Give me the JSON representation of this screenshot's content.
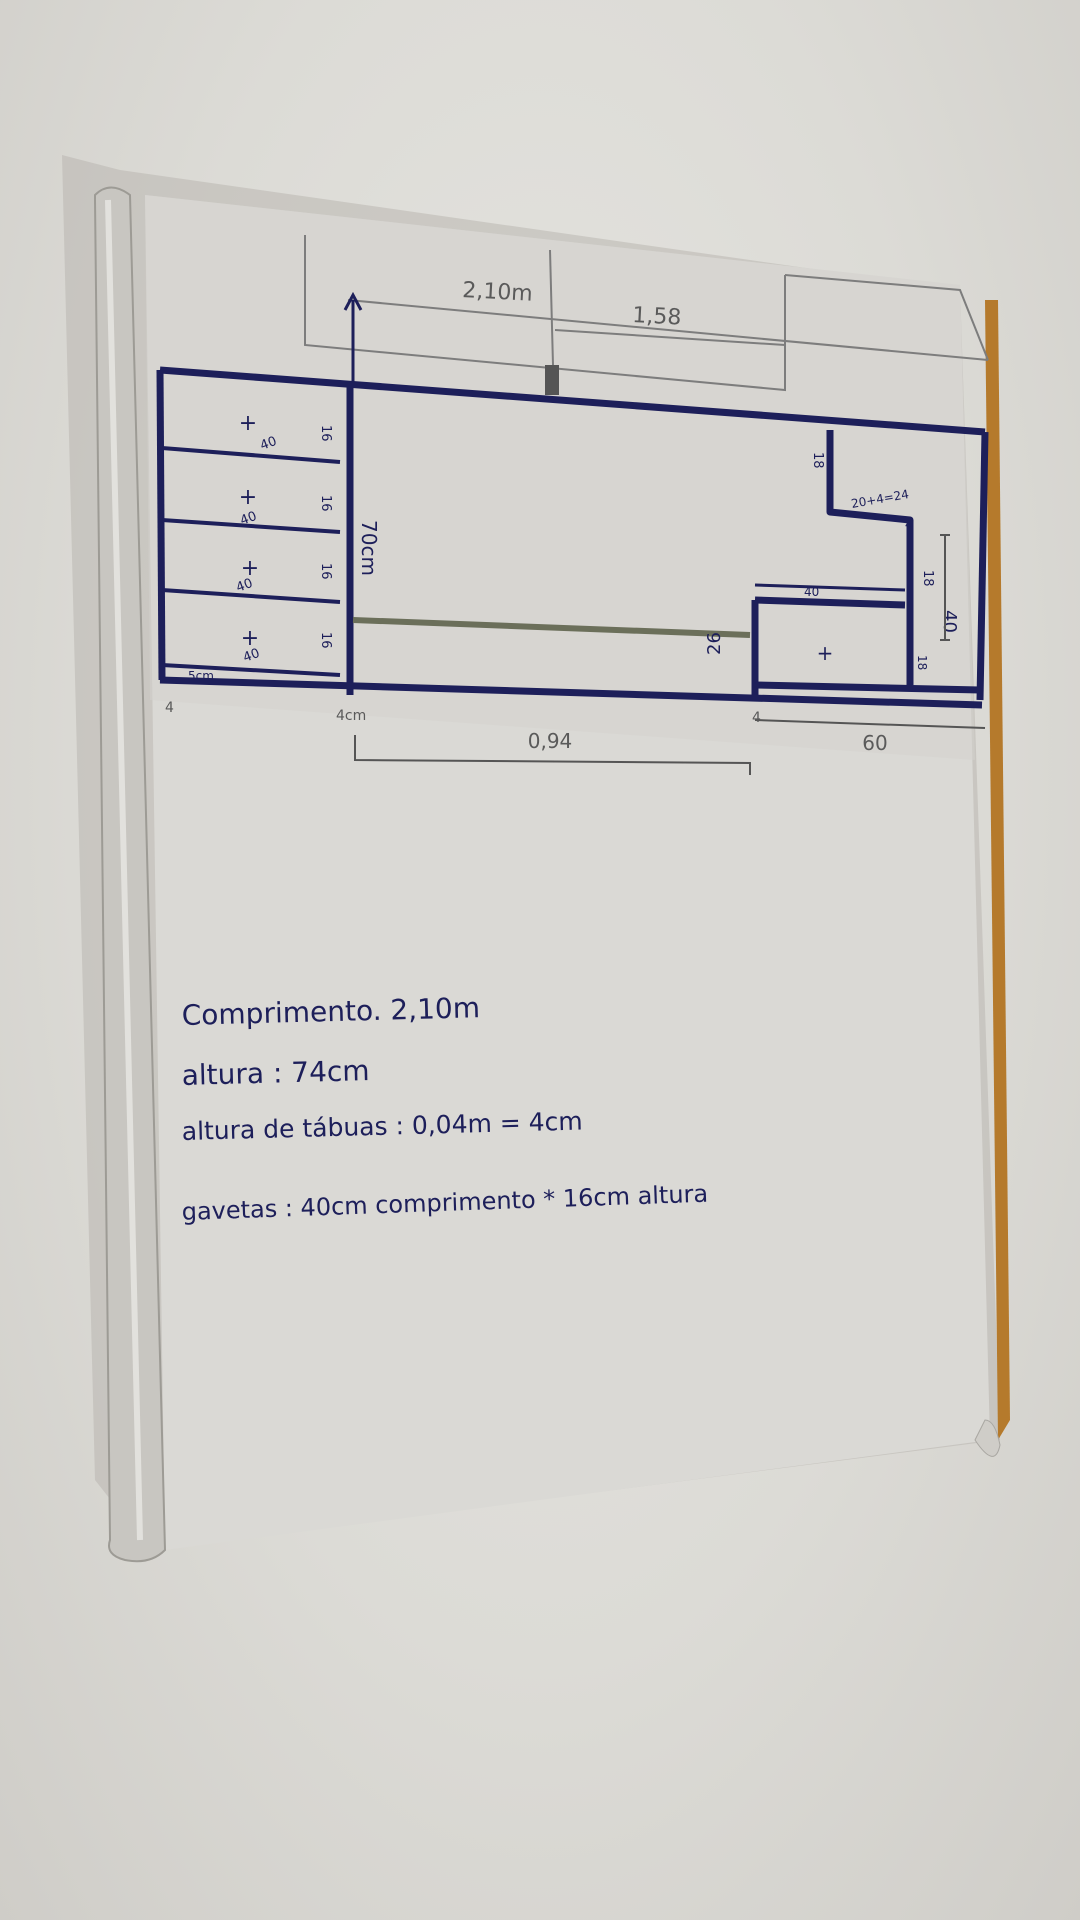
{
  "drawing": {
    "top_dimensions": {
      "total_length": "2,10m",
      "inner_length": "1,58"
    },
    "drawers": {
      "width_labels": [
        "40",
        "40",
        "40",
        "40"
      ],
      "height_labels": [
        "16",
        "16",
        "16",
        "16"
      ],
      "plus_marks": [
        "+",
        "+",
        "+",
        "+"
      ],
      "bottom_label": "5cm",
      "side_label_left": "4",
      "side_label_right": "4cm"
    },
    "main_height": "70cm",
    "bottom_dimensions": {
      "middle_span": "0,94",
      "right_span": "60",
      "right_post": "4"
    },
    "right_unit": {
      "top_drop": "18",
      "shelf_calc": "20+4=24",
      "small_shelf_width": "40",
      "shelf_height": "18",
      "side_height": "40",
      "inner_bottom": "18",
      "box_height": "26",
      "box_plus": "+",
      "corner_small": "4"
    }
  },
  "notes": [
    "Comprimento. 2,10m",
    "altura : 74cm",
    "altura de tábuas : 0,04m = 4cm",
    "gavetas : 40cm comprimento * 16cm altura"
  ],
  "colors": {
    "ink": "#1d1f5a",
    "pencil": "#5a5a5a",
    "paper": "#d9d8d4"
  }
}
